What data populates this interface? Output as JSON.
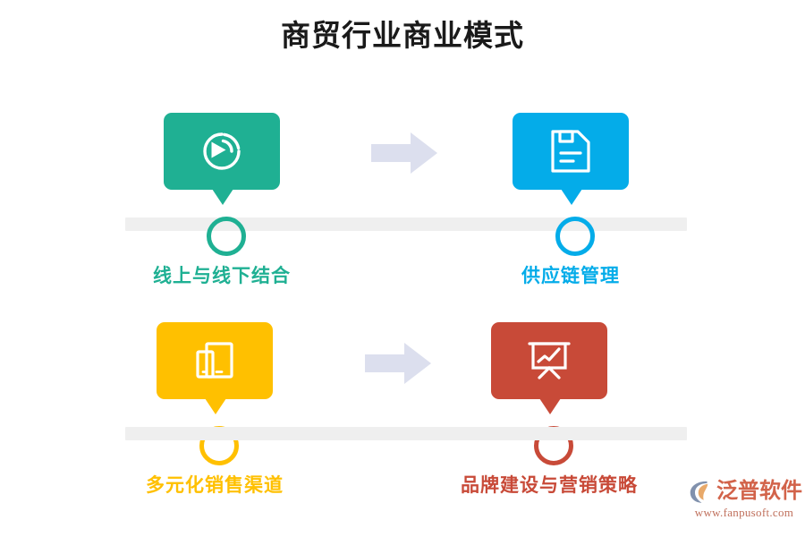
{
  "page": {
    "title": "商贸行业商业模式",
    "background_color": "#ffffff",
    "title_color": "#1a1a1a"
  },
  "timeline": {
    "bar_color": "#efefef",
    "rows": [
      {
        "name": "timeline-row-1"
      },
      {
        "name": "timeline-row-2"
      }
    ]
  },
  "arrows": {
    "color": "#dcdfee",
    "row1_name": "flow-arrow-row-1",
    "row2_name": "flow-arrow-row-2"
  },
  "nodes": [
    {
      "id": "online-offline",
      "label": "线上与线下结合",
      "color": "#1fb093",
      "icon": "broadcast-play-icon",
      "row": 1,
      "column": 1
    },
    {
      "id": "supply-chain",
      "label": "供应链管理",
      "color": "#04ace9",
      "icon": "document-save-icon",
      "row": 1,
      "column": 2
    },
    {
      "id": "sales-channel",
      "label": "多元化销售渠道",
      "color": "#ffc000",
      "icon": "devices-icon",
      "row": 2,
      "column": 1
    },
    {
      "id": "brand-market",
      "label": "品牌建设与营销策略",
      "color": "#c84a38",
      "icon": "presentation-chart-icon",
      "row": 2,
      "column": 2
    }
  ],
  "watermark": {
    "name": "泛普软件",
    "url": "www.fanpusoft.com",
    "name_color": "#d2634a",
    "url_color": "#c0705c",
    "mark_color_1": "#8191ad",
    "mark_color_2": "#e8a96a"
  }
}
